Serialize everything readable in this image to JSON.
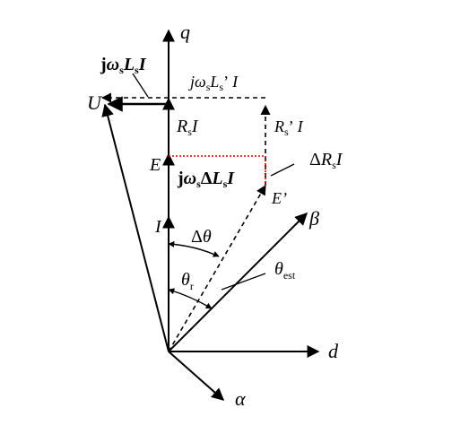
{
  "axes": {
    "q": "q",
    "d": "d",
    "beta": "β",
    "alpha": "α"
  },
  "vectors": {
    "U": "U",
    "E": "E",
    "I": "I",
    "E_prime": "E’"
  },
  "angles": {
    "delta_theta": {
      "prefix": "Δ",
      "var": "θ"
    },
    "theta_r": {
      "var": "θ",
      "sub": "r"
    },
    "theta_est": {
      "var": "θ",
      "sub": "est"
    }
  },
  "terms": {
    "jwsLsI_left": {
      "j": "j",
      "omega": "ω",
      "sub1": "s",
      "L": "L",
      "sub2": "s",
      "I": "I"
    },
    "jwsLsI_prime_top": {
      "j": "j",
      "omega": "ω",
      "sub1": "s",
      "L": "L",
      "sub2": "s",
      "prime": "’",
      "I": "I"
    },
    "RsI": {
      "R": "R",
      "sub": "s",
      "I": "I"
    },
    "RsI_prime": {
      "R": "R",
      "sub": "s",
      "prime": "’",
      "I": "I"
    },
    "jwsDeltaLsI": {
      "j": "j",
      "omega": "ω",
      "sub1": "s",
      "delta": "Δ",
      "L": "L",
      "sub2": "s",
      "I": "I"
    },
    "deltaRsI": {
      "delta": "Δ",
      "R": "R",
      "sub": "s",
      "I": "I"
    }
  },
  "colors": {
    "line": "#000000",
    "delta_ls_dotted": "#d40000"
  }
}
